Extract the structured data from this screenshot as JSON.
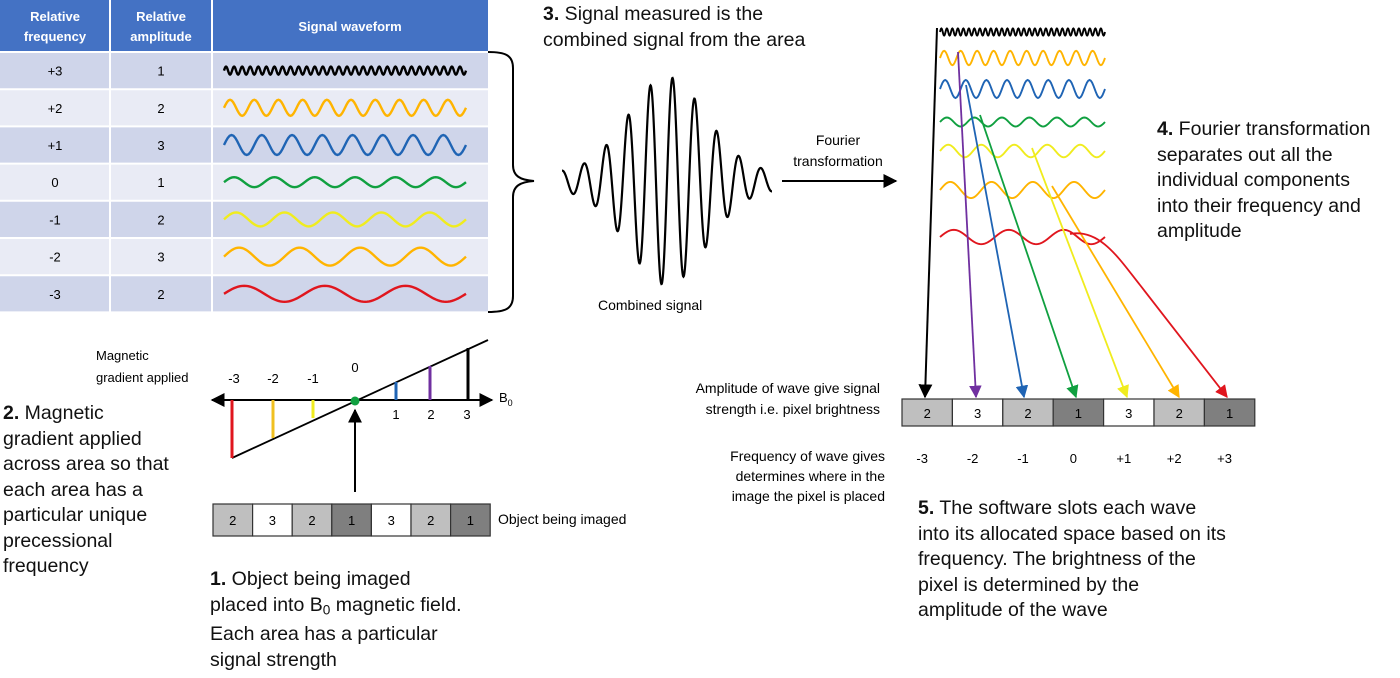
{
  "table": {
    "headers": [
      {
        "line1": "Relative",
        "line2": "frequency"
      },
      {
        "line1": "Relative",
        "line2": "amplitude"
      },
      {
        "line1": "Signal waveform",
        "line2": ""
      }
    ],
    "rows": [
      {
        "frequency": "+3",
        "amplitude": "1",
        "color": "#000000",
        "cycles": 30,
        "amp": 4
      },
      {
        "frequency": "+2",
        "amplitude": "2",
        "color": "#ffb400",
        "cycles": 10,
        "amp": 8
      },
      {
        "frequency": "+1",
        "amplitude": "3",
        "color": "#1f64b4",
        "cycles": 8,
        "amp": 10
      },
      {
        "frequency": "0",
        "amplitude": "1",
        "color": "#10a040",
        "cycles": 6,
        "amp": 5
      },
      {
        "frequency": "-1",
        "amplitude": "2",
        "color": "#f0ec1e",
        "cycles": 5,
        "amp": 7
      },
      {
        "frequency": "-2",
        "amplitude": "3",
        "color": "#ffb400",
        "cycles": 4,
        "amp": 9
      },
      {
        "frequency": "-3",
        "amplitude": "2",
        "color": "#e0161e",
        "cycles": 3,
        "amp": 8
      }
    ],
    "colors": {
      "header": "#4472c4",
      "row_dark": "#cfd5ea",
      "row_light": "#e9ebf5"
    }
  },
  "step1": {
    "num": "1.",
    "line1": " Object being imaged",
    "line2a": "placed into B",
    "line2sub": "0",
    "line2b": " magnetic field.",
    "line3": "Each area has a particular",
    "line4": "signal strength"
  },
  "step2": {
    "num": "2.",
    "line1": " Magnetic",
    "lines": [
      "gradient applied",
      "across area so that",
      "each area has a",
      "particular unique",
      "precessional",
      "frequency"
    ]
  },
  "step3": {
    "num": "3.",
    "line1": " Signal measured is the",
    "line2": "combined signal from the area"
  },
  "step4": {
    "num": "4.",
    "line1": " Fourier transformation",
    "lines": [
      "separates out all the",
      "individual components",
      "into their frequency and",
      "amplitude"
    ]
  },
  "step5": {
    "num": "5.",
    "line1": " The software slots each wave",
    "lines": [
      "into its allocated space based on its",
      "frequency. The brightness of the",
      "pixel is determined by the",
      "amplitude of the wave"
    ]
  },
  "gradient": {
    "label_line1": "Magnetic",
    "label_line2": "gradient applied",
    "axis_label": "B",
    "axis_sub": "0",
    "ticks_neg": [
      "-3",
      "-2",
      "-1"
    ],
    "tick_zero": "0",
    "ticks_pos": [
      "1",
      "2",
      "3"
    ]
  },
  "object": {
    "label": "Object being imaged",
    "cells": [
      "2",
      "3",
      "2",
      "1",
      "3",
      "2",
      "1"
    ],
    "shades": [
      "#bfbfbf",
      "#ffffff",
      "#bfbfbf",
      "#7f7f7f",
      "#ffffff",
      "#bfbfbf",
      "#7f7f7f"
    ]
  },
  "combined": {
    "label": "Combined signal"
  },
  "fourier": {
    "line1": "Fourier",
    "line2": "transformation"
  },
  "result": {
    "amp_label_line1": "Amplitude of wave give signal",
    "amp_label_line2": "strength i.e. pixel brightness",
    "freq_label_line1": "Frequency of wave gives",
    "freq_label_line2": "determines where in the",
    "freq_label_line3": "image the pixel is placed",
    "cells": [
      "2",
      "3",
      "2",
      "1",
      "3",
      "2",
      "1"
    ],
    "shades": [
      "#bfbfbf",
      "#ffffff",
      "#bfbfbf",
      "#7f7f7f",
      "#ffffff",
      "#bfbfbf",
      "#7f7f7f"
    ],
    "freqs": [
      "-3",
      "-2",
      "-1",
      "0",
      "+1",
      "+2",
      "+3"
    ]
  }
}
